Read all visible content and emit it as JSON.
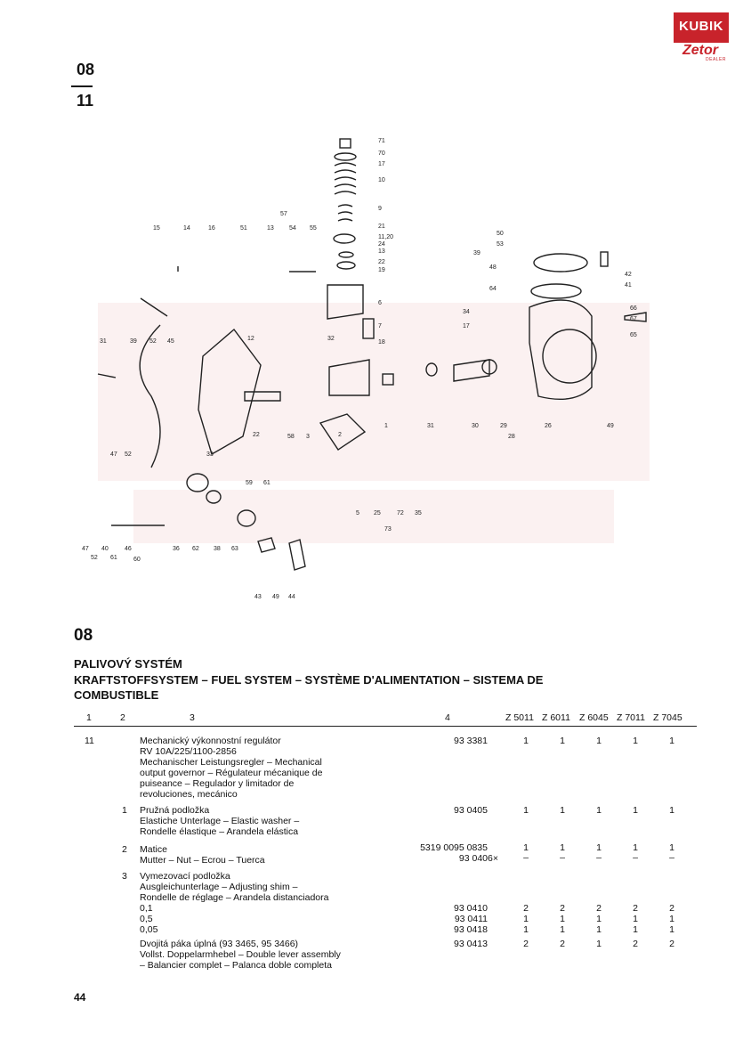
{
  "logo": {
    "brand": "KUBIK",
    "sub": "Zetor",
    "dealer": "DEALER"
  },
  "page_code": {
    "top": "08",
    "bottom": "11"
  },
  "section": {
    "number": "08",
    "title_cz": "PALIVOVÝ SYSTÉM",
    "title_multi_line1": "KRAFTSTOFFSYSTEM – FUEL SYSTEM – SYSTÈME D'ALIMENTATION – SISTEMA DE",
    "title_multi_line2": "COMBUSTIBLE"
  },
  "table": {
    "col1": "1",
    "col2": "2",
    "col3": "3",
    "col4": "4",
    "models": [
      "Z 5011",
      "Z 6011",
      "Z 6045",
      "Z 7011",
      "Z 7045"
    ]
  },
  "rows": [
    {
      "c1": "11",
      "c2": "",
      "lines": [
        "Mechanický výkonnostní regulátor",
        "RV 10A/225/1100-2856",
        "Mechanischer Leistungsregler – Mechanical",
        "output governor – Régulateur mécanique de",
        "puiseance – Regulador y limitador de",
        "revoluciones, mecánico"
      ],
      "part": "93 3381",
      "qty": [
        "1",
        "1",
        "1",
        "1",
        "1"
      ]
    },
    {
      "c1": "",
      "c2": "1",
      "lines": [
        "Pružná podložka",
        "Elastiche Unterlage – Elastic washer –",
        "Rondelle élastique – Arandela elástica"
      ],
      "part": "93 0405",
      "qty": [
        "1",
        "1",
        "1",
        "1",
        "1"
      ]
    },
    {
      "c1": "",
      "c2": "2",
      "lines": [
        "Matice",
        "Mutter – Nut – Ecrou – Tuerca"
      ],
      "part": "5319 0095 0835",
      "part2": "93 0406×",
      "qty": [
        "1",
        "1",
        "1",
        "1",
        "1"
      ],
      "qty2": [
        "–",
        "–",
        "–",
        "–",
        "–"
      ]
    },
    {
      "c1": "",
      "c2": "3",
      "lines": [
        "Vymezovací podložka",
        "Ausgleichunterlage – Adjusting shim –",
        "Rondelle de réglage – Arandela distanciadora"
      ],
      "sub": [
        {
          "label": "0,1",
          "part": "93 0410",
          "qty": [
            "2",
            "2",
            "2",
            "2",
            "2"
          ]
        },
        {
          "label": "0,5",
          "part": "93 0411",
          "qty": [
            "1",
            "1",
            "1",
            "1",
            "1"
          ]
        },
        {
          "label": "0,05",
          "part": "93 0418",
          "qty": [
            "1",
            "1",
            "1",
            "1",
            "1"
          ]
        }
      ]
    },
    {
      "c1": "",
      "c2": "",
      "lines": [
        "Dvojitá páka úplná (93 3465, 95 3466)",
        "Vollst. Doppelarmhebel – Double lever assembly",
        "– Balancier complet – Palanca doble completa"
      ],
      "part": "93 0413",
      "qty": [
        "2",
        "2",
        "1",
        "2",
        "2"
      ]
    }
  ],
  "diagram_labels": [
    "71",
    "70",
    "17",
    "10",
    "9",
    "21",
    "11,20",
    "24",
    "13",
    "22",
    "19",
    "6",
    "7",
    "18",
    "32",
    "50",
    "53",
    "39",
    "48",
    "64",
    "34",
    "17",
    "66",
    "67",
    "65",
    "42",
    "41",
    "15",
    "14",
    "16",
    "51",
    "13",
    "54",
    "57",
    "55",
    "12",
    "31",
    "39",
    "52",
    "45",
    "47",
    "52",
    "33",
    "22",
    "58",
    "3",
    "2",
    "1",
    "31",
    "30",
    "29",
    "28",
    "26",
    "49",
    "5",
    "25",
    "73",
    "72",
    "35",
    "59",
    "61",
    "47",
    "52",
    "40",
    "61",
    "46",
    "60",
    "36",
    "62",
    "38",
    "63",
    "43",
    "49",
    "44"
  ],
  "page_number": "44"
}
